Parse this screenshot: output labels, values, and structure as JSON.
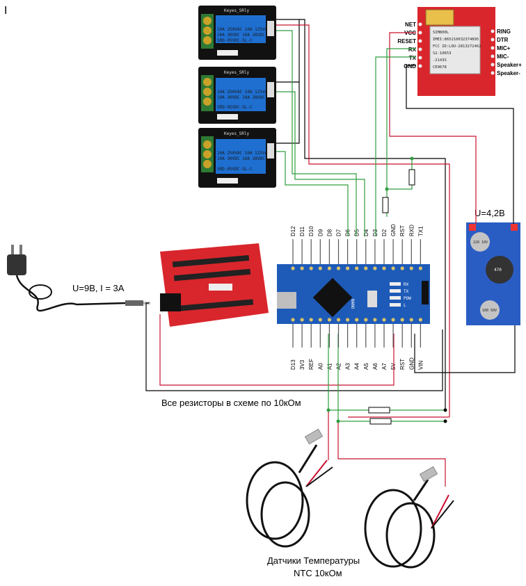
{
  "labels": {
    "corner_mark": "I",
    "power_supply": "U=9B, I = 3A",
    "regulator_voltage": "U=4,2B",
    "resistors_note": "Все резисторы в схеме по 10кОм",
    "sensors_line1": "Датчики Температуры",
    "sensors_line2": "NTC 10кОм"
  },
  "relay": {
    "brand": "Keyes_SRly",
    "rating_line1": "10A 250VAC  10A 125VAC",
    "rating_line2": "10A  30VDC  10A  28VDC",
    "model": "SRD-05VDC-SL-C"
  },
  "sim800": {
    "left_pins": [
      "NET",
      "VCC",
      "RESET",
      "RX",
      "TX",
      "GND"
    ],
    "right_pins": [
      "RING",
      "DTR",
      "MIC+",
      "MIC-",
      "Speaker+",
      "Speaker-"
    ],
    "chip_lines": [
      "SIM800L",
      "IMEI:865210032374895",
      "FCC ID:L0U-2813272462",
      "S2-10653",
      "-2143S",
      "CE0678"
    ]
  },
  "nano": {
    "top_labels": [
      "D12",
      "D11",
      "D10",
      "D9",
      "D8",
      "D7",
      "D6",
      "D5",
      "D4",
      "D3",
      "D2",
      "GND",
      "RST",
      "RXD",
      "TX1"
    ],
    "bottom_labels": [
      "D13",
      "3V3",
      "REF",
      "A0",
      "A1",
      "A2",
      "A3",
      "A4",
      "A5",
      "A6",
      "A7",
      "5V",
      "RST",
      "GND",
      "VIN"
    ],
    "board_label": "NANO",
    "led_labels": [
      "RX",
      "TX",
      "POW",
      "L"
    ]
  },
  "regulator": {
    "cap_left": "220 10V",
    "inductor": "470",
    "cap_right": "100 50V"
  },
  "colors": {
    "wire_red": "#c8102e",
    "wire_black": "#000000",
    "wire_green": "#2e9e3e",
    "wire_gray": "#555555",
    "relay_blue": "#1f6fd1",
    "board_red": "#d9262c",
    "nano_blue": "#1e5bb8",
    "reg_blue": "#2a5dc4"
  }
}
